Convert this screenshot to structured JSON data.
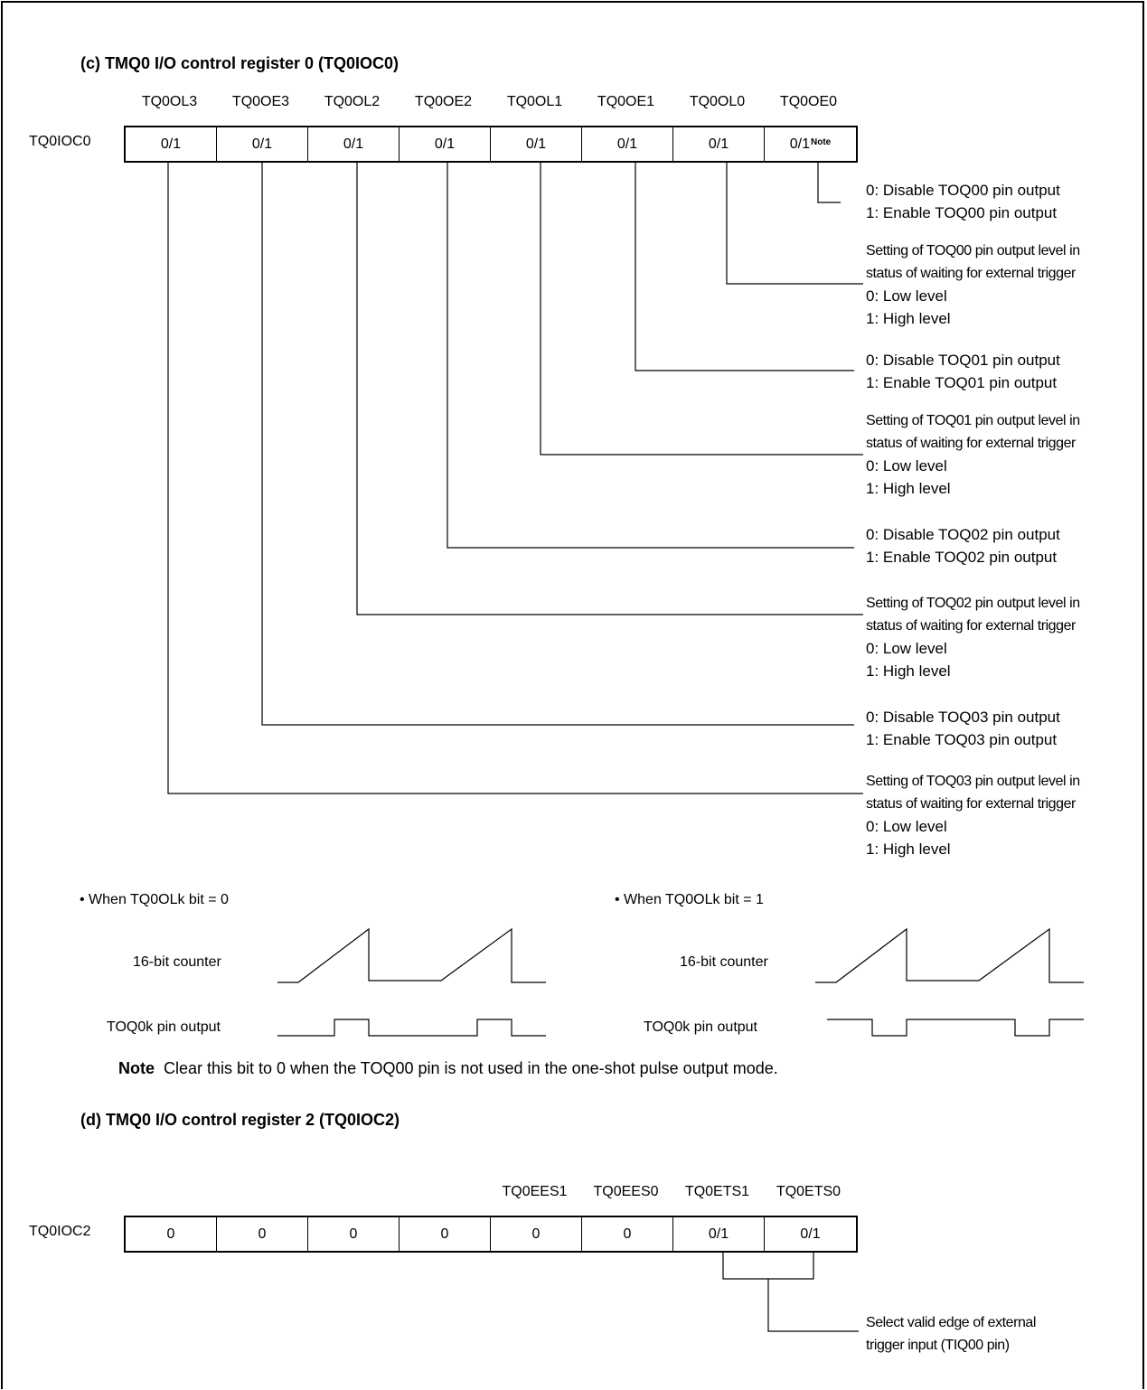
{
  "section_c": {
    "title": "(c)  TMQ0 I/O control register 0 (TQ0IOC0)",
    "register_name": "TQ0IOC0",
    "bit_headers": [
      "TQ0OL3",
      "TQ0OE3",
      "TQ0OL2",
      "TQ0OE2",
      "TQ0OL1",
      "TQ0OE1",
      "TQ0OL0",
      "TQ0OE0"
    ],
    "bit_values": [
      "0/1",
      "0/1",
      "0/1",
      "0/1",
      "0/1",
      "0/1",
      "0/1",
      "0/1"
    ],
    "note_marker": "Note",
    "descriptions": [
      {
        "lines": [
          "0: Disable TOQ00 pin output",
          "1: Enable TOQ00 pin output"
        ]
      },
      {
        "lines": [
          "Setting of TOQ00 pin output level in",
          "status of waiting for external trigger",
          "0: Low level",
          "1: High level"
        ]
      },
      {
        "lines": [
          "0: Disable TOQ01 pin output",
          "1: Enable TOQ01 pin output"
        ]
      },
      {
        "lines": [
          "Setting of TOQ01 pin output level in",
          "status of waiting for external trigger",
          "0: Low level",
          "1: High level"
        ]
      },
      {
        "lines": [
          "0: Disable TOQ02 pin output",
          "1: Enable TOQ02 pin output"
        ]
      },
      {
        "lines": [
          "Setting of TOQ02 pin output level in",
          "status of waiting for external trigger",
          "0: Low level",
          "1: High level"
        ]
      },
      {
        "lines": [
          "0: Disable TOQ03 pin output",
          "1: Enable TOQ03 pin output"
        ]
      },
      {
        "lines": [
          "Setting of TOQ03 pin output level in",
          "status of waiting for external trigger",
          "0: Low level",
          "1: High level"
        ]
      }
    ],
    "timing": {
      "left_title": "• When TQ0OLk bit = 0",
      "right_title": "• When TQ0OLk bit = 1",
      "counter_label": "16-bit counter",
      "output_label": "TOQ0k pin output"
    },
    "note": {
      "label": "Note",
      "text": "Clear this bit to 0 when the TOQ00 pin is not used in the one-shot pulse output mode."
    }
  },
  "section_d": {
    "title": "(d)  TMQ0 I/O control register 2 (TQ0IOC2)",
    "register_name": "TQ0IOC2",
    "bit_headers": [
      "",
      "",
      "",
      "",
      "TQ0EES1",
      "TQ0EES0",
      "TQ0ETS1",
      "TQ0ETS0"
    ],
    "bit_values": [
      "0",
      "0",
      "0",
      "0",
      "0",
      "0",
      "0/1",
      "0/1"
    ],
    "description": [
      "Select valid edge of external",
      "trigger input (TIQ00 pin)"
    ]
  }
}
